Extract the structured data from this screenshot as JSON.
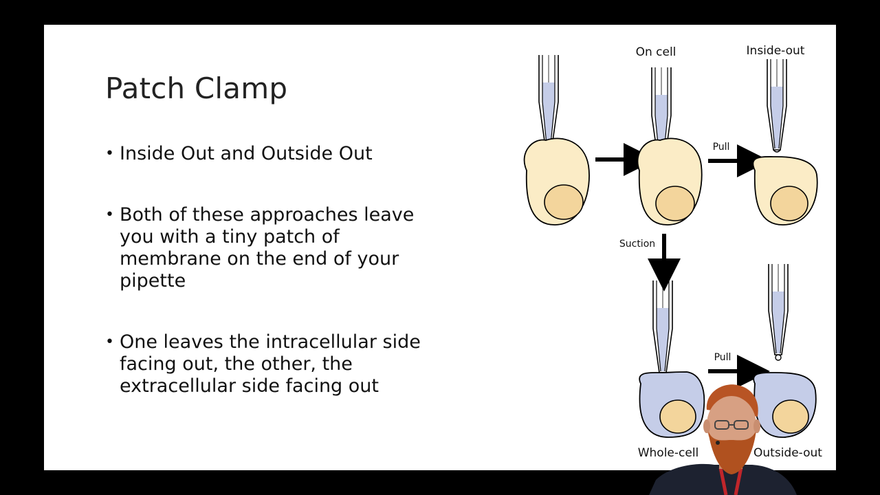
{
  "slide": {
    "title": "Patch Clamp",
    "bullets": [
      "Inside Out and Outside Out",
      "Both of these approaches leave you with a  tiny patch of membrane on the end of your pipette",
      "One leaves the intracellular side facing out, the other, the extracellular side facing out"
    ]
  },
  "diagram": {
    "labels": {
      "on_cell": "On cell",
      "inside_out": "Inside-out",
      "pull_top": "Pull",
      "suction": "Suction",
      "pull_bottom": "Pull",
      "whole_cell": "Whole-cell",
      "outside_out": "Outside-out"
    },
    "colors": {
      "cell_cytoplasm": "#fbecc6",
      "nucleus": "#f3d59c",
      "whole_cell_fill": "#c5cde8",
      "pipette_fill": "#c5cde8"
    }
  },
  "webcam": {
    "icon": "presenter-video-icon"
  }
}
